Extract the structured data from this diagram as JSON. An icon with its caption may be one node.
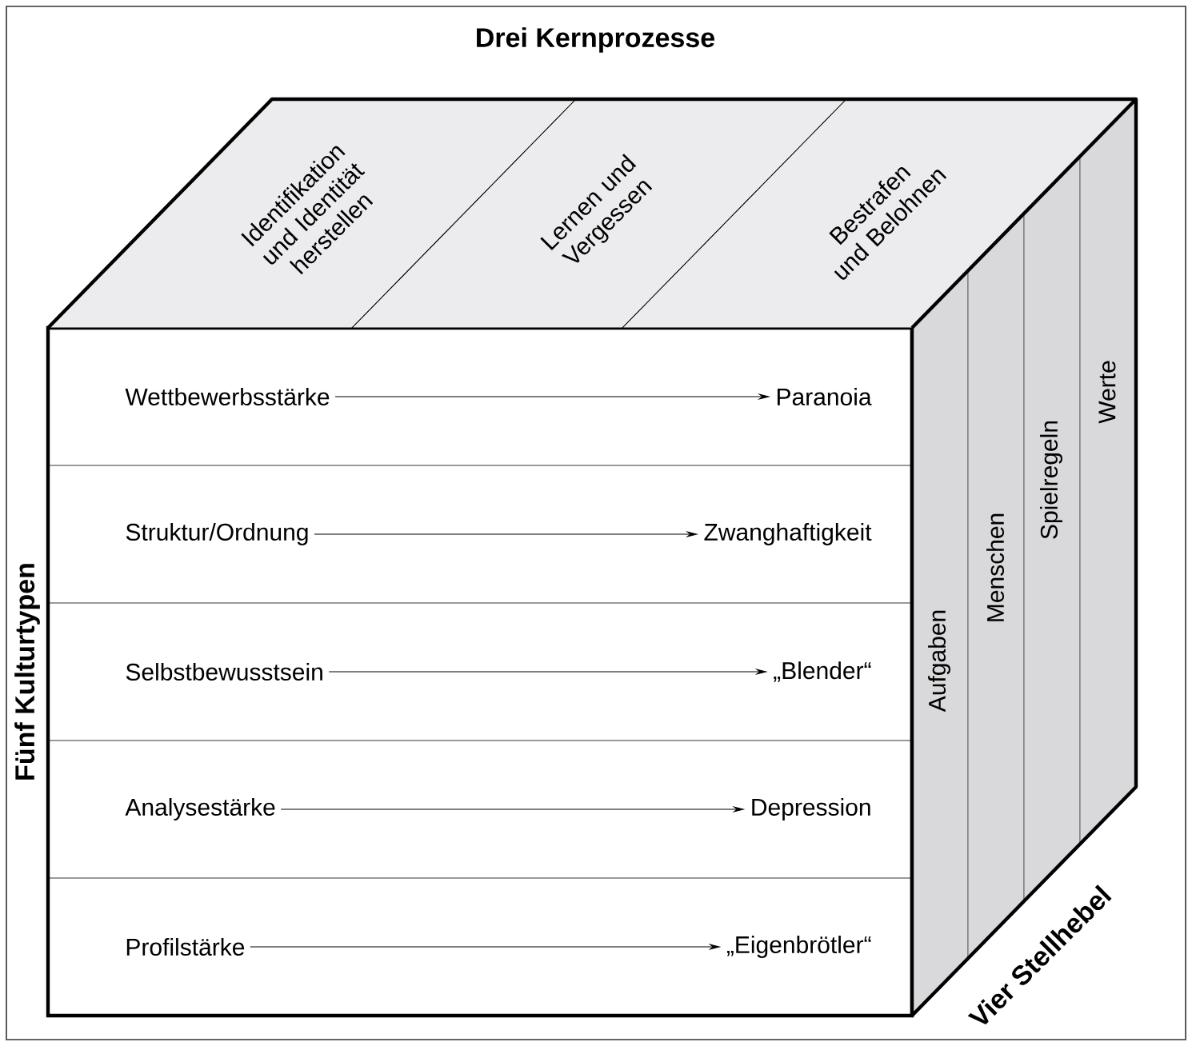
{
  "diagram": {
    "nodes": [
      {
        "text": [
          "Identifikation und Identität herstellen"
        ]
      },
      {
        "text": [
          "Lernen und Vergessen"
        ]
      },
      {
        "text": [
          "Bestrafen und Belohnen"
        ]
      },
      {
        "text": [
          "Wettbewerbsstärke"
        ]
      },
      {
        "text": [
          "Paranoia"
        ]
      },
      {
        "text": [
          "Struktur/Ordnung"
        ]
      },
      {
        "text": [
          "Zwanghaftigkeit"
        ]
      },
      {
        "text": [
          "Selbstbewusstsein"
        ]
      },
      {
        "text": [
          "„Blender“"
        ]
      },
      {
        "text": [
          "Analysestärke"
        ]
      },
      {
        "text": [
          "Depression"
        ]
      },
      {
        "text": [
          "Profilstärke"
        ]
      },
      {
        "text": [
          "„Eigenbrötler“"
        ]
      },
      {
        "text": [
          "Aufgaben"
        ]
      },
      {
        "text": [
          "Menschen"
        ]
      },
      {
        "text": [
          "Spielregeln"
        ]
      },
      {
        "text": [
          "Werte"
        ]
      }
    ],
    "edges": [
      {
        "from": 3,
        "to": 4,
        "arrow": "to"
      },
      {
        "from": 5,
        "to": 6,
        "arrow": "to"
      },
      {
        "from": 7,
        "to": 8,
        "arrow": "to"
      },
      {
        "from": 9,
        "to": 10,
        "arrow": "to"
      },
      {
        "from": 11,
        "to": 12,
        "arrow": "to"
      }
    ],
    "labels": [
      "Drei Kernprozesse",
      "Fünf Kulturtypen",
      "Vier Stellhebel"
    ]
  }
}
